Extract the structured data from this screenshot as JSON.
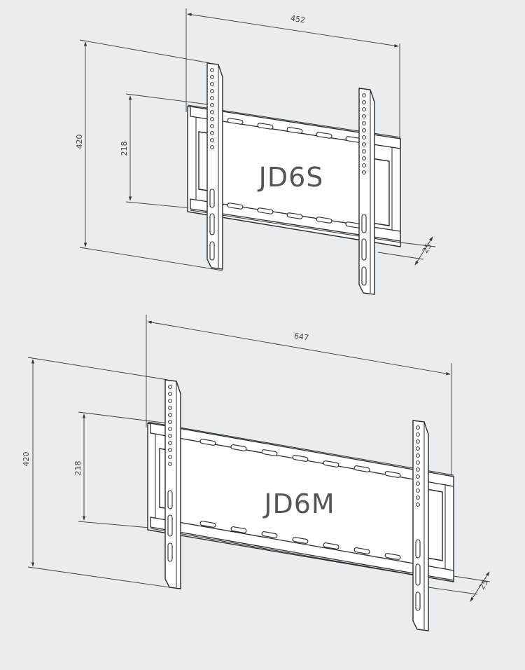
{
  "models": [
    {
      "name": "JD6S",
      "dims": {
        "width": "452",
        "height": "420",
        "vesa_spacing": "218",
        "depth": "25"
      }
    },
    {
      "name": "JD6M",
      "dims": {
        "width": "647",
        "height": "420",
        "vesa_spacing": "218",
        "depth": "25"
      }
    }
  ]
}
